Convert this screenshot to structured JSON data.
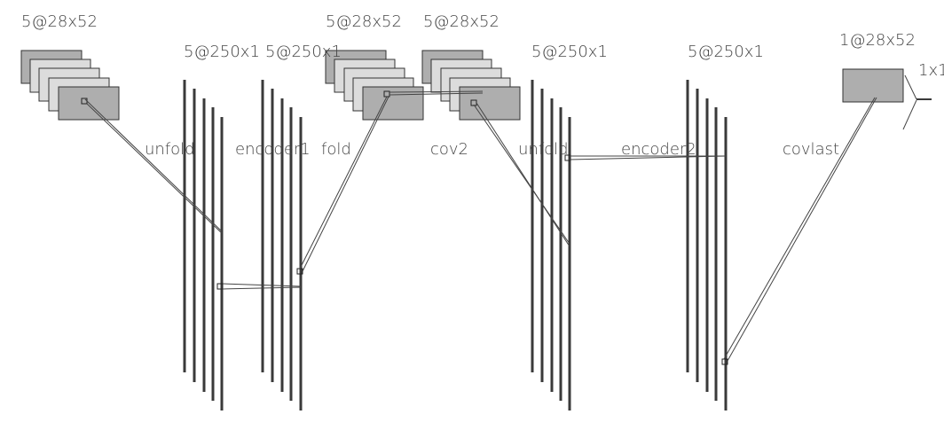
{
  "labels": {
    "input_shape": "5@28x52",
    "fc1_shape": "5@250x1",
    "fc1b_shape": "5@250x1",
    "fold_shape": "5@28x52",
    "cov2_shape": "5@28x52",
    "fc2_shape": "5@250x1",
    "fc3_shape": "5@250x1",
    "out_shape": "1@28x52",
    "kernel_shape": "1x1",
    "unfold1": "unfold",
    "encoder1": "encoder1",
    "fold": "fold",
    "cov2": "cov2",
    "unfold2": "unfold",
    "encoder2": "encoder2",
    "covlast": "covlast"
  },
  "colors": {
    "map_light": "#dcdcdc",
    "map_dark": "#aeaeae",
    "line": "#3a3a3a",
    "text": "#444444"
  }
}
